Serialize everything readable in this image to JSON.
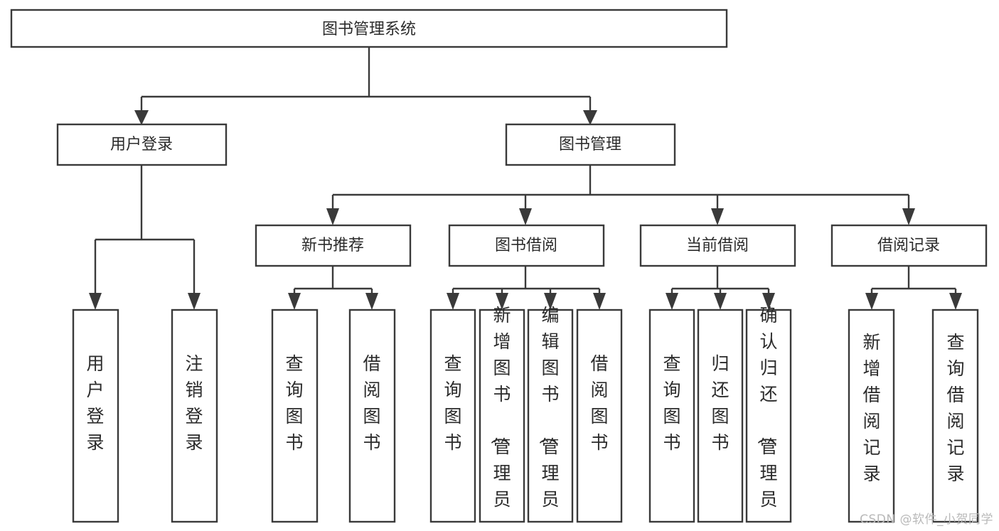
{
  "diagram": {
    "type": "tree-hierarchy-chart",
    "title": "图书管理系统",
    "orientation": "top-down",
    "background_color": "#ffffff",
    "stroke_color": "#3a3a3a",
    "text_color": "#2b2b2b",
    "root": {
      "label": "图书管理系统",
      "level": 1
    },
    "level2": [
      {
        "label": "用户登录",
        "level": 2
      },
      {
        "label": "图书管理",
        "level": 2
      }
    ],
    "level3": [
      {
        "label": "新书推荐",
        "level": 3,
        "parent": "图书管理"
      },
      {
        "label": "图书借阅",
        "level": 3,
        "parent": "图书管理"
      },
      {
        "label": "当前借阅",
        "level": 3,
        "parent": "图书管理"
      },
      {
        "label": "借阅记录",
        "level": 3,
        "parent": "图书管理"
      }
    ],
    "leaves": [
      {
        "label": "用户登录",
        "parent": "用户登录",
        "orientation": "vertical"
      },
      {
        "label": "注销登录",
        "parent": "用户登录",
        "orientation": "vertical"
      },
      {
        "label": "查询图书",
        "parent": "新书推荐",
        "orientation": "vertical"
      },
      {
        "label": "借阅图书",
        "parent": "新书推荐",
        "orientation": "vertical"
      },
      {
        "label": "查询图书",
        "parent": "图书借阅",
        "orientation": "vertical"
      },
      {
        "label": "新增图书（管理员）",
        "parent": "图书借阅",
        "orientation": "vertical"
      },
      {
        "label": "编辑图书（管理员）",
        "parent": "图书借阅",
        "orientation": "vertical"
      },
      {
        "label": "借阅图书",
        "parent": "图书借阅",
        "orientation": "vertical"
      },
      {
        "label": "查询图书",
        "parent": "当前借阅",
        "orientation": "vertical"
      },
      {
        "label": "归还图书",
        "parent": "当前借阅",
        "orientation": "vertical"
      },
      {
        "label": "确认归还（管理员）",
        "parent": "当前借阅",
        "orientation": "vertical"
      },
      {
        "label": "新增借阅记录",
        "parent": "借阅记录",
        "orientation": "vertical"
      },
      {
        "label": "查询借阅记录",
        "parent": "借阅记录",
        "orientation": "vertical"
      }
    ]
  },
  "watermark": {
    "text": "CSDN @软件_小贺同学"
  }
}
